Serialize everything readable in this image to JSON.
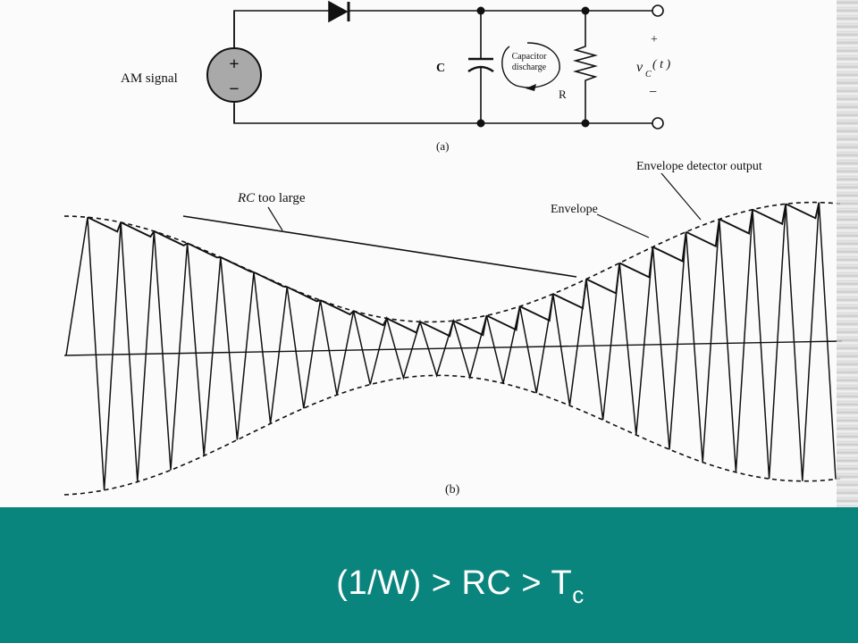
{
  "circuit": {
    "source_label": "AM signal",
    "source_plus": "+",
    "source_minus": "−",
    "capacitor_label": "C",
    "discharge_line1": "Capacitor",
    "discharge_line2": "discharge",
    "resistor_label": "R",
    "output_plus": "+",
    "output_label": "v",
    "output_sub": "C",
    "output_arg": "( t )",
    "output_minus": "−",
    "caption": "(a)"
  },
  "waveform": {
    "label_rc": "RC",
    "label_rc_rest": " too large",
    "label_envelope": "Envelope",
    "label_detector": "Envelope detector output",
    "caption": "(b)"
  },
  "formula": {
    "main": "(1/W) > RC > T",
    "sub": "c"
  },
  "colors": {
    "banner": "#0a857e",
    "ink": "#111111",
    "source_fill": "#a9a9a9"
  }
}
